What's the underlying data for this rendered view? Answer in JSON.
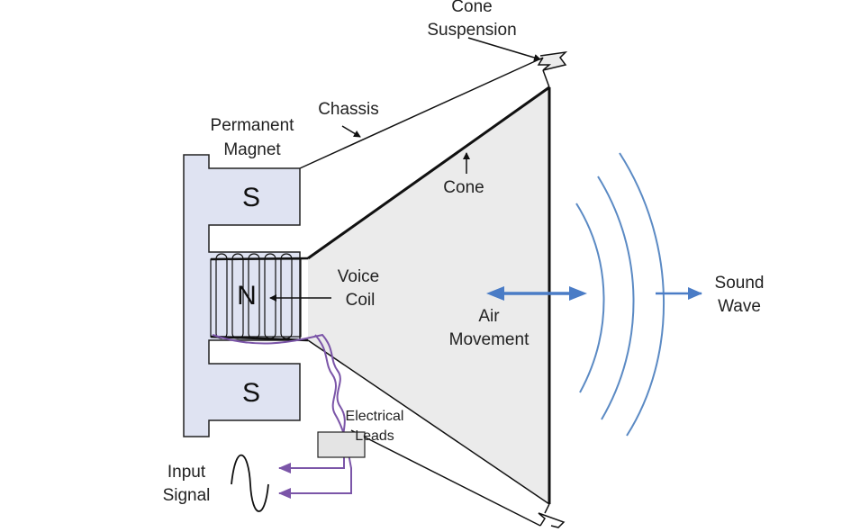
{
  "labels": {
    "cone_suspension_line1": "Cone",
    "cone_suspension_line2": "Suspension",
    "chassis": "Chassis",
    "permanent_magnet_line1": "Permanent",
    "permanent_magnet_line2": "Magnet",
    "cone": "Cone",
    "voice_coil_line1": "Voice",
    "voice_coil_line2": "Coil",
    "air_movement_line1": "Air",
    "air_movement_line2": "Movement",
    "sound_wave_line1": "Sound",
    "sound_wave_line2": "Wave",
    "electrical_leads_line1": "Electrical",
    "electrical_leads_line2": "Leads",
    "input_signal_line1": "Input",
    "input_signal_line2": "Signal",
    "pole_top": "S",
    "pole_center": "N",
    "pole_bottom": "S"
  },
  "colors": {
    "magnet_fill": "#dfe3f2",
    "cone_fill": "#ebebeb",
    "arrow_blue": "#4a7cc6",
    "wave_blue": "#5b8ac4",
    "lead_purple": "#7b55a8",
    "outline": "#111111"
  }
}
